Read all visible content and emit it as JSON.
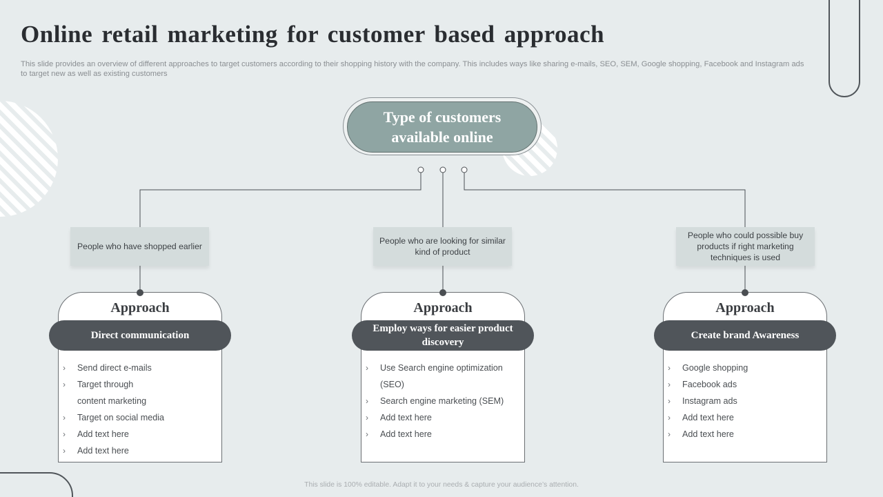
{
  "page": {
    "title": "Online retail marketing for customer based approach",
    "subtitle": "This slide provides an overview of  different approaches to target customers according to their shopping history with the company. This includes ways like sharing e-mails, SEO, SEM, Google shopping, Facebook and Instagram ads to target new as well as existing customers",
    "footer": "This slide is 100% editable. Adapt it to your needs & capture your audience’s attention."
  },
  "center_node": {
    "label": "Type of customers available online"
  },
  "columns": [
    {
      "customer": "People who have shopped earlier",
      "heading": "Approach",
      "approach": "Direct communication",
      "items": [
        {
          "text": "Send direct e-mails",
          "bullet": true
        },
        {
          "text": "Target through",
          "bullet": true
        },
        {
          "text": "content marketing",
          "bullet": false
        },
        {
          "text": "Target  on social media",
          "bullet": true
        },
        {
          "text": "Add text here",
          "bullet": true
        },
        {
          "text": "Add text here",
          "bullet": true
        }
      ]
    },
    {
      "customer": "People who are looking for similar kind of product",
      "heading": "Approach",
      "approach": "Employ ways for easier product  discovery",
      "items": [
        {
          "text": "Use Search engine optimization",
          "bullet": true
        },
        {
          "text": "(SEO)",
          "bullet": false
        },
        {
          "text": "Search engine marketing (SEM)",
          "bullet": true
        },
        {
          "text": "Add text here",
          "bullet": true
        },
        {
          "text": "Add text here",
          "bullet": true
        }
      ]
    },
    {
      "customer": "People who could possible buy products if right marketing techniques is used",
      "heading": "Approach",
      "approach": "Create brand  Awareness",
      "items": [
        {
          "text": "Google shopping",
          "bullet": true
        },
        {
          "text": "Facebook ads",
          "bullet": true
        },
        {
          "text": "Instagram ads",
          "bullet": true
        },
        {
          "text": "Add text here",
          "bullet": true
        },
        {
          "text": "Add text here",
          "bullet": true
        }
      ]
    }
  ],
  "colors": {
    "background": "#e7eced",
    "center_fill": "#8fa5a3",
    "banner_fill": "#50555a",
    "customer_box": "#d4dcdc",
    "connector": "#4a4e52"
  }
}
